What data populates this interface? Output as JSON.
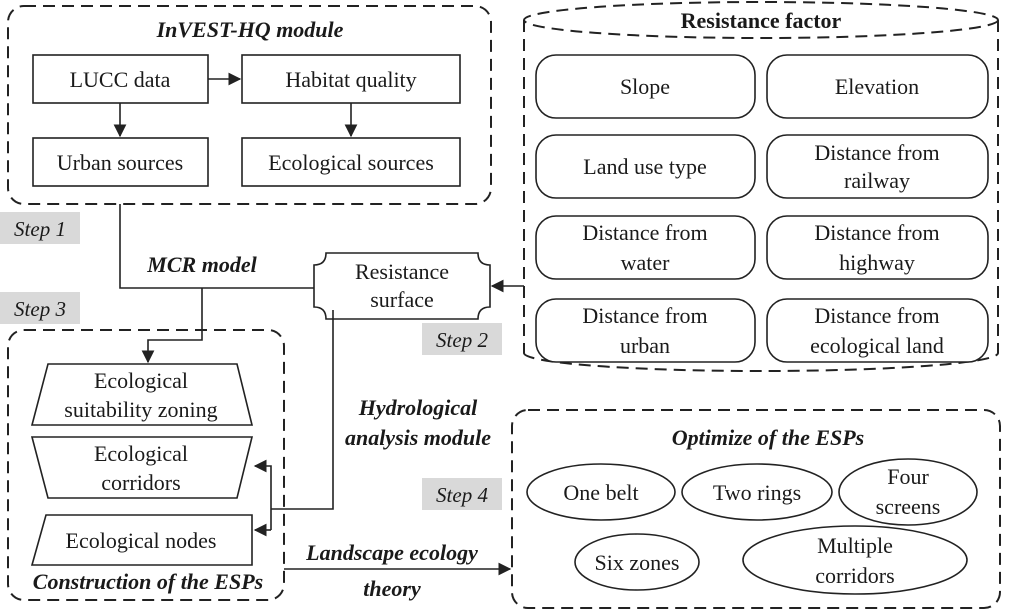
{
  "invest_hq": {
    "title": "InVEST-HQ module",
    "lucc": "LUCC data",
    "habitat": "Habitat quality",
    "urban_sources": "Urban sources",
    "ecological_sources": "Ecological sources"
  },
  "steps": {
    "step1": "Step 1",
    "step2": "Step 2",
    "step3": "Step 3",
    "step4": "Step 4"
  },
  "mcr_model": "MCR model",
  "resistance_surface": [
    "Resistance",
    "surface"
  ],
  "resistance_factor": {
    "title": "Resistance factor",
    "slope": "Slope",
    "elevation": "Elevation",
    "land_use": "Land use type",
    "railway": [
      "Distance from",
      "railway"
    ],
    "water": [
      "Distance from",
      "water"
    ],
    "highway": [
      "Distance from",
      "highway"
    ],
    "urban": [
      "Distance from",
      "urban"
    ],
    "eco_land": [
      "Distance from",
      "ecological land"
    ]
  },
  "construction": {
    "title": "Construction of the ESPs",
    "zoning": [
      "Ecological",
      "suitability zoning"
    ],
    "corridors": [
      "Ecological",
      "corridors"
    ],
    "nodes": "Ecological nodes"
  },
  "hydrological": [
    "Hydrological",
    "analysis module"
  ],
  "landscape": [
    "Landscape ecology",
    "theory"
  ],
  "optimize": {
    "title": "Optimize of the ESPs",
    "one_belt": "One belt",
    "two_rings": "Two rings",
    "four_screens": [
      "Four",
      "screens"
    ],
    "six_zones": "Six zones",
    "multiple_corridors": [
      "Multiple",
      "corridors"
    ]
  }
}
